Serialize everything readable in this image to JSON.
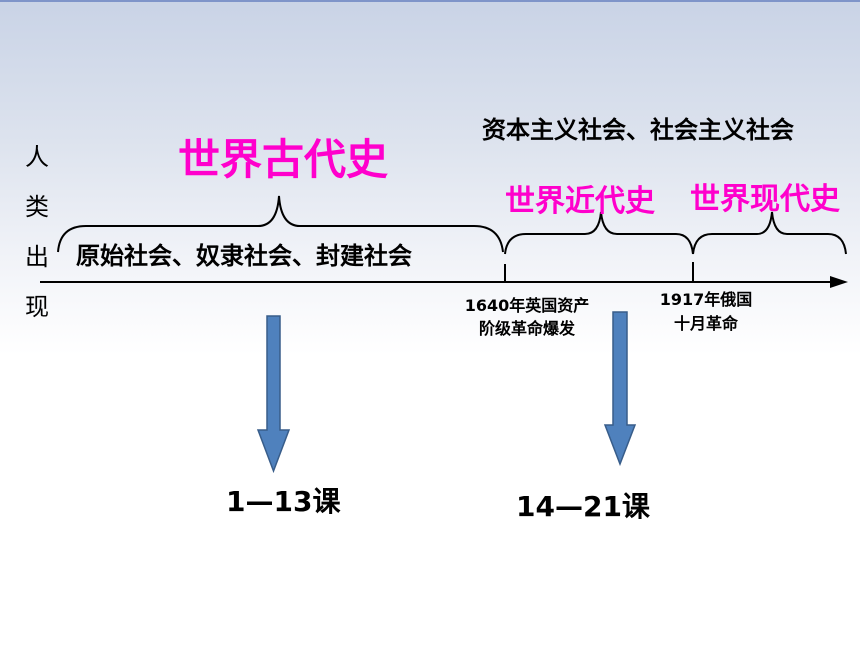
{
  "origin_label": [
    "人",
    "类",
    "出",
    "现"
  ],
  "eras": {
    "ancient": "世界古代史",
    "modern": "世界近代史",
    "contemporary": "世界现代史"
  },
  "societies": {
    "ancient": "原始社会、奴隶社会、封建社会",
    "later": "资本主义社会、社会主义社会"
  },
  "events": {
    "e1640": [
      "1640年英国资产",
      "阶级革命爆发"
    ],
    "e1917": [
      "1917年俄国",
      "十月革命"
    ]
  },
  "lessons": {
    "ancient": "1—13课",
    "modern": "14—21课"
  },
  "colors": {
    "era_text": "#ff00cc",
    "arrow_fill": "#4f81bd",
    "arrow_stroke": "#385d8a",
    "line": "#000000"
  }
}
